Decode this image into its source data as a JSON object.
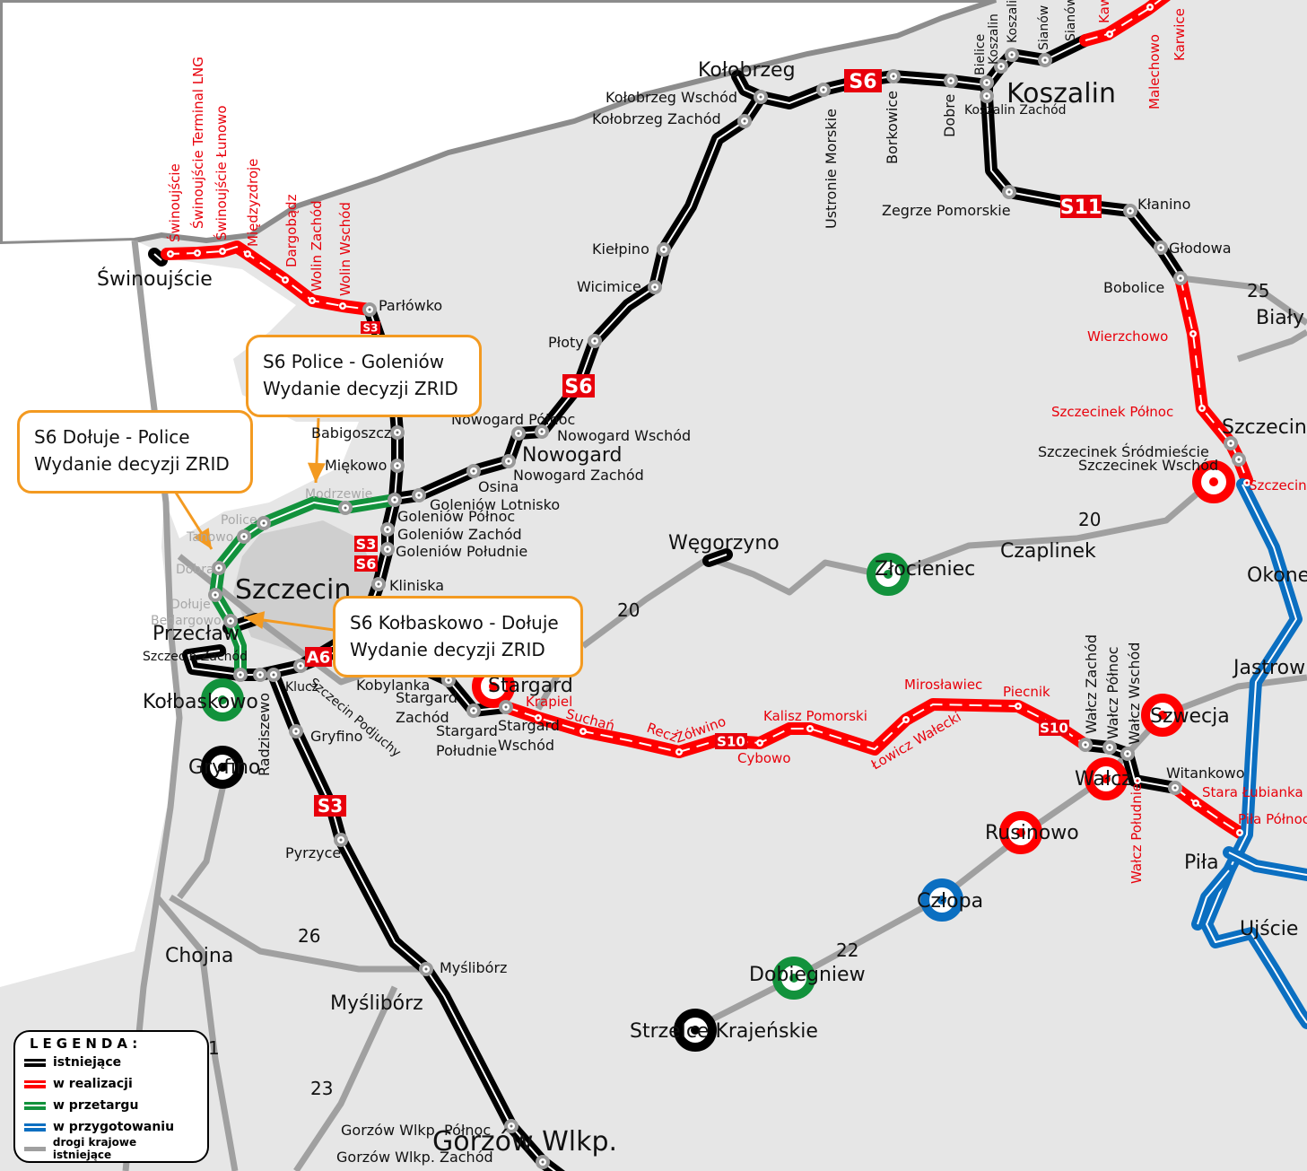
{
  "colors": {
    "existing": "#000000",
    "in_realization": "#ff0000",
    "in_tender": "#12923c",
    "in_preparation": "#0b6fc1",
    "national_roads": "#a0a0a0",
    "land": "#e6e6e6",
    "callout_border": "#f39a21"
  },
  "legend": {
    "title": "LEGENDA:",
    "items": [
      {
        "label": "istniejące",
        "color": "#000000"
      },
      {
        "label": "w realizacji",
        "color": "#ff0000"
      },
      {
        "label": "w przetargu",
        "color": "#12923c"
      },
      {
        "label": "w przygotowaniu",
        "color": "#0b6fc1"
      },
      {
        "label": "drogi krajowe istniejące",
        "color": "#a0a0a0"
      }
    ]
  },
  "callouts": [
    {
      "title": "S6 Police - Goleniów",
      "subtitle": "Wydanie decyzji ZRID"
    },
    {
      "title": "S6 Dołuje - Police",
      "subtitle": "Wydanie decyzji ZRID"
    },
    {
      "title": "S6 Kołbaskowo - Dołuje",
      "subtitle": "Wydanie decyzji ZRID"
    }
  ],
  "shields": {
    "s6_koszalin": "S6",
    "s11": "S11",
    "s6_ploty": "S6",
    "s3_goleniow": "S3",
    "s6_goleniow": "S6",
    "a6": "A6",
    "s3_pyrzyce": "S3",
    "s10_cybowo": "S10",
    "s10_walcz": "S10",
    "s3_parlowko": "S3"
  },
  "labels": {
    "swinoujscie": "Świnoujście",
    "parlowko": "Parłówko",
    "kolobrzeg": "Kołobrzeg",
    "kolobrzeg_wschod": "Kołobrzeg Wschód",
    "kolobrzeg_zachod": "Kołobrzeg Zachód",
    "koszalin": "Koszalin",
    "koszalin_zachod": "Koszalin Zachód",
    "ustronie": "Ustronie Morskie",
    "borkowice": "Borkowice",
    "dobre": "Dobre",
    "bielice": "Bielice",
    "koszalin_n1": "Koszalin",
    "koszalin_n2": "Koszalin",
    "sianow1": "Sianów",
    "sianow2": "Sianów",
    "kaw": "Kaw",
    "malechowo": "Malechowo",
    "karwice": "Karwice",
    "zegrze": "Zegrze Pomorskie",
    "klanino": "Kłanino",
    "glodowa": "Głodowa",
    "bobolice": "Bobolice",
    "n25": "25",
    "bialy": "Biały",
    "wierzchowo": "Wierzchowo",
    "szczecinek_polnoc": "Szczecinek Północ",
    "szczecinek": "Szczecinek",
    "szczecinek_srodmiescie": "Szczecinek Śródmieście",
    "szczecinek_wschod": "Szczecinek Wschód",
    "szczecinek_red": "Szczecinek",
    "n20_east": "20",
    "czaplinek": "Czaplinek",
    "okonek": "Okonek",
    "jastrowie": "Jastrowie",
    "zlocieniec": "Złocieniec",
    "wegorzyno": "Węgorzyno",
    "n20_west": "20",
    "kielpino": "Kiełpino",
    "wicimice": "Wicimice",
    "ploty": "Płoty",
    "nowogard_polnoc": "Nowogard Północ",
    "nowogard_wschod": "Nowogard Wschód",
    "nowogard": "Nowogard",
    "nowogard_zachod": "Nowogard Zachód",
    "osina": "Osina",
    "goleniow_lotnisko": "Goleniów Lotnisko",
    "goleniow_polnoc": "Goleniów Północ",
    "goleniow_zachod": "Goleniów Zachód",
    "goleniow_poludnie": "Goleniów Południe",
    "kliniska": "Kliniska",
    "babigoszcz": "Babigoszcz",
    "miekowo": "Miękowo",
    "modrzewie": "Modrzewie",
    "police": "Police",
    "tanowo": "Tanowo",
    "dobra": "Dobra",
    "doluje": "Dołuje",
    "bedargowo": "Bedargowo",
    "szczecin": "Szczecin",
    "przeclaw": "Przecław",
    "szczecin_zachod": "Szczecin Zachód",
    "kolbaskowo": "Kołbaskowo",
    "gryfino_city": "Gryfino",
    "radziszewo": "Radziszewo",
    "klucz": "Klucz",
    "szczecin_podjuchy": "Szczecin Podjuchy",
    "kobylanka": "Kobylanka",
    "stargard_zachod_1": "Stargard",
    "stargard_zachod_2": "Zachód",
    "stargard_poludnie_1": "Stargard",
    "stargard_poludnie_2": "Południe",
    "stargard_wschod_1": "Stargard",
    "stargard_wschod_2": "Wschód",
    "stargard": "Stargard",
    "gryfino_node": "Gryfino",
    "pyrzyce": "Pyrzyce",
    "chojna": "Chojna",
    "n26": "26",
    "mysliborz_node": "Myślibórz",
    "mysliborz": "Myślibórz",
    "n23": "23",
    "n1": "1",
    "gorzow_polnoc": "Gorzów Wlkp. Północ",
    "gorzow_zachod": "Gorzów Wlkp. Zachód",
    "gorzow": "Gorzów Wlkp.",
    "strzelce": "Strzelce Krajeńskie",
    "dobiegniew": "Dobiegniew",
    "n22": "22",
    "czlopa": "Człopa",
    "rusinowo": "Rusinowo",
    "walcz": "Wałcz",
    "szwecja": "Szwecja",
    "witankowo": "Witankowo",
    "pila": "Piła",
    "ujscie": "Ujście",
    "walcz_zachod": "Wałcz Zachód",
    "walcz_polnoc": "Wałcz Północ",
    "walcz_wschod": "Wałcz Wschód",
    "walcz_poludnie": "Wałcz Południe",
    "stara_lubianka": "Stara Łubianka",
    "pila_polnoc": "Piła Północ",
    "krapiel": "Krapiel",
    "suchan": "Suchań",
    "recz": "Recz",
    "zolwino": "Żółwino",
    "kalisz": "Kalisz Pomorski",
    "cybowo": "Cybowo",
    "miroslawiec": "Mirosławiec",
    "lowicz": "Łowicz Wałecki",
    "piecnik": "Piecnik",
    "r_swinoujscie": "Świnoujście",
    "r_lng": "Świnoujście Terminal LNG",
    "r_lunowo": "Świnoujście Łunowo",
    "r_miedzyzdroje": "Międzyzdroje",
    "r_dargobadz": "Dargobądz",
    "r_wolin_z": "Wolin Zachód",
    "r_wolin_w": "Wolin Wschód"
  }
}
